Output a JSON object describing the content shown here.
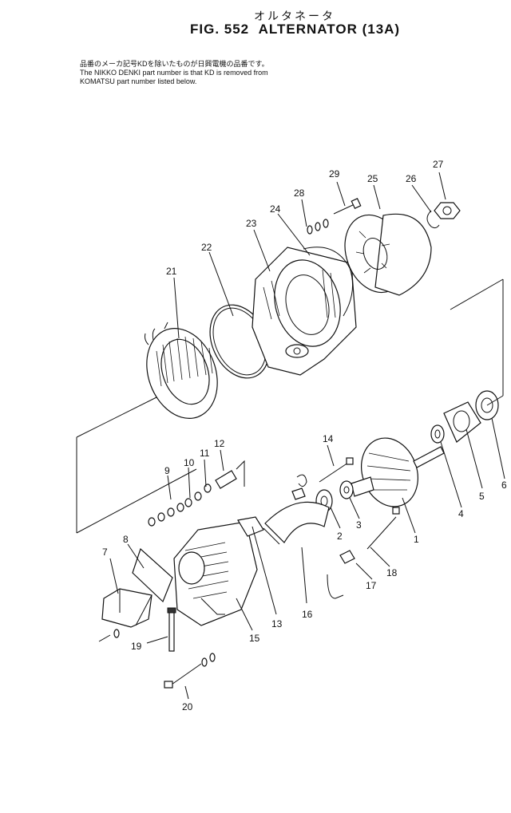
{
  "header": {
    "title_jp": "オルタネータ",
    "fig_label": "FIG. 552",
    "title": "ALTERNATOR (13A)",
    "note_jp": "品番のメーカ記号KDを除いたものが日興電機の品番です。",
    "note_en_1": "The NIKKO DENKI part number is that KD is removed from",
    "note_en_2": "KOMATSU part number listed below."
  },
  "callouts": [
    "1",
    "2",
    "3",
    "4",
    "5",
    "6",
    "7",
    "8",
    "9",
    "10",
    "11",
    "12",
    "13",
    "14",
    "15",
    "16",
    "17",
    "18",
    "19",
    "20",
    "21",
    "22",
    "23",
    "24",
    "25",
    "26",
    "27",
    "28",
    "29"
  ]
}
